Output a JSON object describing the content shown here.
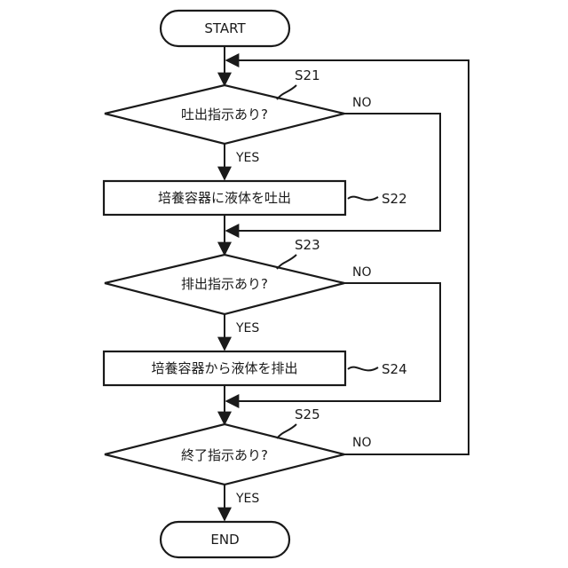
{
  "terminals": {
    "start": "START",
    "end": "END"
  },
  "steps": {
    "s21": {
      "id": "S21",
      "text": "吐出指示あり?"
    },
    "s22": {
      "id": "S22",
      "text": "培養容器に液体を吐出"
    },
    "s23": {
      "id": "S23",
      "text": "排出指示あり?"
    },
    "s24": {
      "id": "S24",
      "text": "培養容器から液体を排出"
    },
    "s25": {
      "id": "S25",
      "text": "終了指示あり?"
    }
  },
  "edge_labels": {
    "yes": "YES",
    "no": "NO"
  },
  "colors": {
    "line": "#1a1a1a",
    "background": "#ffffff"
  }
}
